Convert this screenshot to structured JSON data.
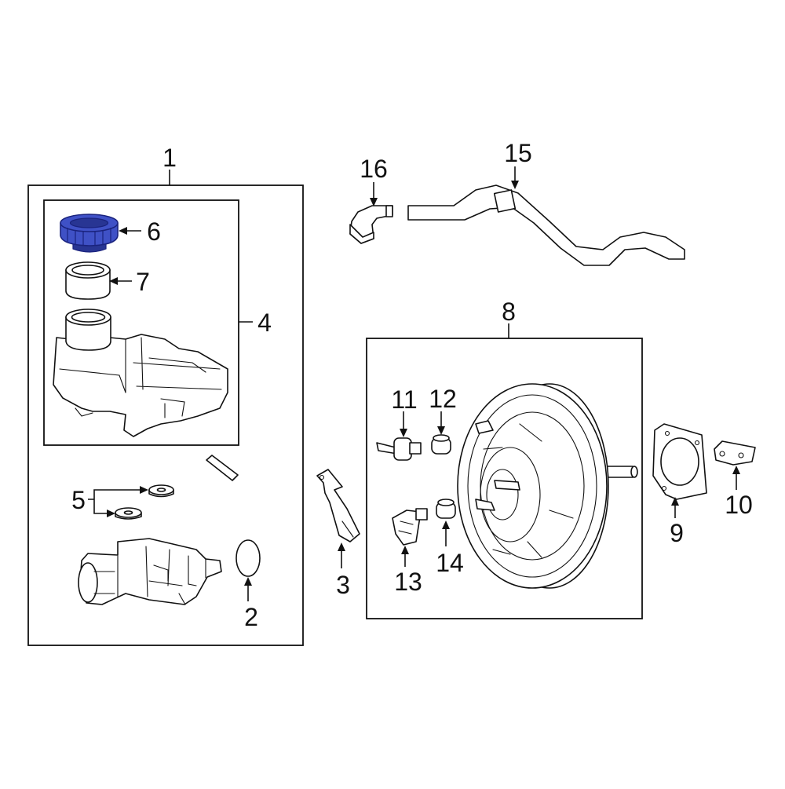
{
  "diagram": {
    "callouts": [
      {
        "id": "1",
        "label": "1"
      },
      {
        "id": "2",
        "label": "2"
      },
      {
        "id": "3",
        "label": "3"
      },
      {
        "id": "4",
        "label": "4"
      },
      {
        "id": "5",
        "label": "5"
      },
      {
        "id": "6",
        "label": "6"
      },
      {
        "id": "7",
        "label": "7"
      },
      {
        "id": "8",
        "label": "8"
      },
      {
        "id": "9",
        "label": "9"
      },
      {
        "id": "10",
        "label": "10"
      },
      {
        "id": "11",
        "label": "11"
      },
      {
        "id": "12",
        "label": "12"
      },
      {
        "id": "13",
        "label": "13"
      },
      {
        "id": "14",
        "label": "14"
      },
      {
        "id": "15",
        "label": "15"
      },
      {
        "id": "16",
        "label": "16"
      }
    ],
    "highlighted_part": "6",
    "colors": {
      "highlight": "#3f51c6",
      "line": "#111111",
      "background": "#ffffff"
    }
  }
}
